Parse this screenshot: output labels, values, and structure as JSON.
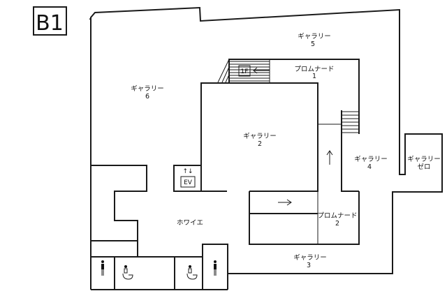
{
  "floor_label": "B1",
  "rooms": [
    {
      "id": "gallery-5",
      "lines": [
        "ギャラリー",
        "5"
      ]
    },
    {
      "id": "promenade-1",
      "lines": [
        "プロムナード",
        "1"
      ]
    },
    {
      "id": "gallery-6",
      "lines": [
        "ギャラリー",
        "6"
      ]
    },
    {
      "id": "gallery-2",
      "lines": [
        "ギャラリー",
        "2"
      ]
    },
    {
      "id": "gallery-4",
      "lines": [
        "ギャラリー",
        "4"
      ]
    },
    {
      "id": "gallery-zero",
      "lines": [
        "ギャラリー",
        "ゼロ"
      ]
    },
    {
      "id": "foyer",
      "lines": [
        "ホワイエ"
      ]
    },
    {
      "id": "promenade-2",
      "lines": [
        "プロムナード",
        "2"
      ]
    },
    {
      "id": "gallery-3",
      "lines": [
        "ギャラリー",
        "3"
      ]
    }
  ],
  "tags": {
    "stairs_floor": "1F",
    "elevator": "EV"
  },
  "icons": [
    "restroom-person-icon",
    "accessible-restroom-icon",
    "arrow-icon"
  ]
}
